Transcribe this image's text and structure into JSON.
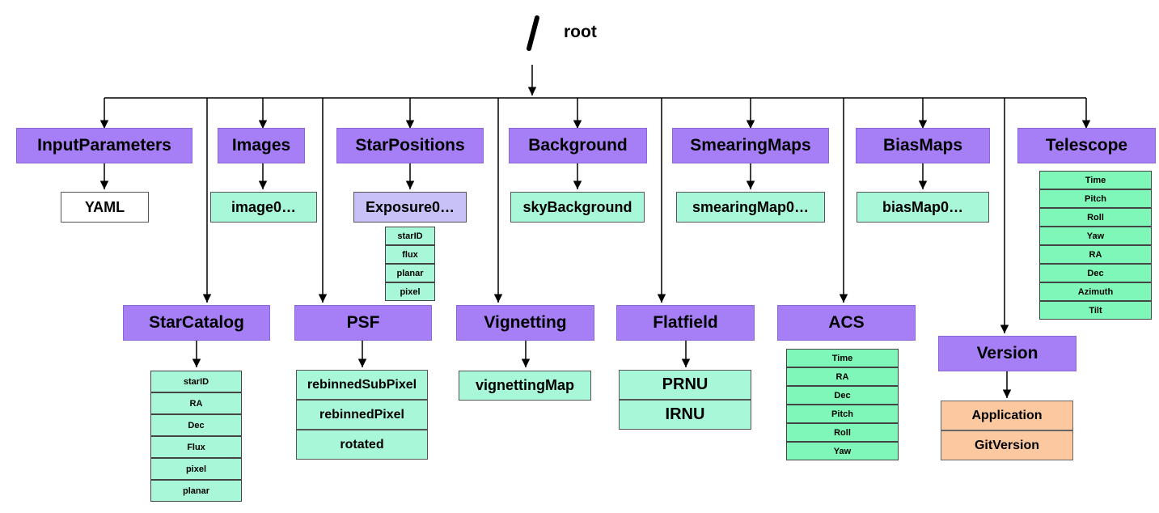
{
  "root": {
    "symbol": "/",
    "label": "root"
  },
  "groups": {
    "input_parameters": "InputParameters",
    "images": "Images",
    "star_positions": "StarPositions",
    "background": "Background",
    "smearing_maps": "SmearingMaps",
    "bias_maps": "BiasMaps",
    "telescope": "Telescope",
    "star_catalog": "StarCatalog",
    "psf": "PSF",
    "vignetting": "Vignetting",
    "flatfield": "Flatfield",
    "acs": "ACS",
    "version": "Version"
  },
  "datasets": {
    "yaml": "YAML",
    "image0": "image0…",
    "exposure0": "Exposure0…",
    "sky_background": "skyBackground",
    "smearing_map0": "smearingMap0…",
    "bias_map0": "biasMap0…",
    "vignetting_map": "vignettingMap",
    "prnu": "PRNU",
    "irnu": "IRNU",
    "application": "Application",
    "git_version": "GitVersion",
    "rebinned_sub_pixel": "rebinnedSubPixel",
    "rebinned_pixel": "rebinnedPixel",
    "rotated": "rotated"
  },
  "fields": {
    "exposure": [
      "starID",
      "flux",
      "planar",
      "pixel"
    ],
    "telescope": [
      "Time",
      "Pitch",
      "Roll",
      "Yaw",
      "RA",
      "Dec",
      "Azimuth",
      "Tilt"
    ],
    "star_catalog": [
      "starID",
      "RA",
      "Dec",
      "Flux",
      "pixel",
      "planar"
    ],
    "acs": [
      "Time",
      "RA",
      "Dec",
      "Pitch",
      "Roll",
      "Yaw"
    ]
  },
  "colors": {
    "group": "#a67ff7",
    "leaf": "#a8f7d8",
    "field_green": "#7ff7b8",
    "dataset_lavender": "#c7c1f7",
    "version_leaf": "#fbc8a0"
  }
}
